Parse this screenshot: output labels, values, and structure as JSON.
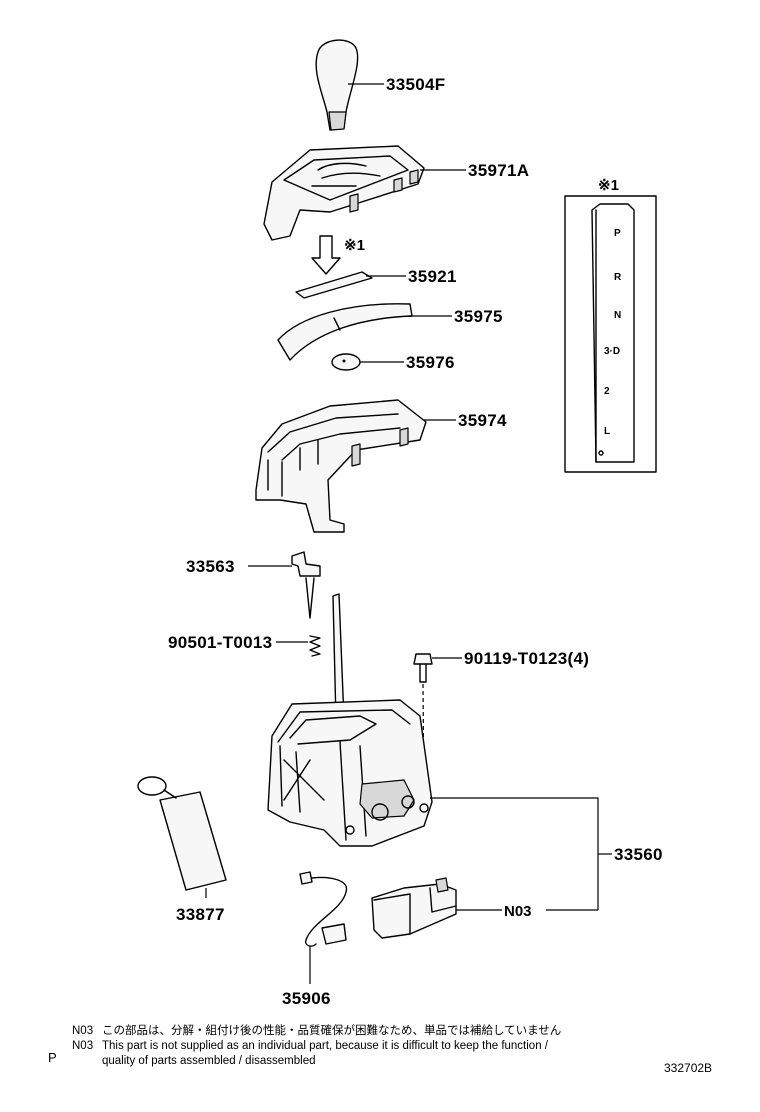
{
  "parts": [
    {
      "id": "knob",
      "number": "33504F"
    },
    {
      "id": "indicator-housing",
      "number": "35971A"
    },
    {
      "id": "indicator-plate",
      "number": "35921"
    },
    {
      "id": "slide-cover",
      "number": "35975"
    },
    {
      "id": "light-lens",
      "number": "35976"
    },
    {
      "id": "position-indicator-housing",
      "number": "35974"
    },
    {
      "id": "shift-lock-button",
      "number": "33563"
    },
    {
      "id": "spring",
      "number": "90501-T0013"
    },
    {
      "id": "bolt",
      "number": "90119-T0123(4)"
    },
    {
      "id": "shift-lever-assembly",
      "number": "33560"
    },
    {
      "id": "sub-part-n03",
      "number": "N03"
    },
    {
      "id": "wire-harness",
      "number": "35906"
    },
    {
      "id": "hood-boot",
      "number": "33877"
    }
  ],
  "detail": {
    "reference_mark": "※1",
    "gear_positions": [
      "P",
      "R",
      "N",
      "3·D",
      "2",
      "L"
    ]
  },
  "notes": [
    {
      "code": "N03",
      "text": "この部品は、分解・組付け後の性能・品質確保が困難なため、単品では補給していません"
    },
    {
      "code": "N03",
      "text": "This part is not supplied as an individual part, because it is difficult to keep the function /"
    },
    {
      "code": "",
      "text": "quality of parts  assembled / disassembled"
    }
  ],
  "footer": {
    "left_mark": "P",
    "diagram_code": "332702B"
  }
}
